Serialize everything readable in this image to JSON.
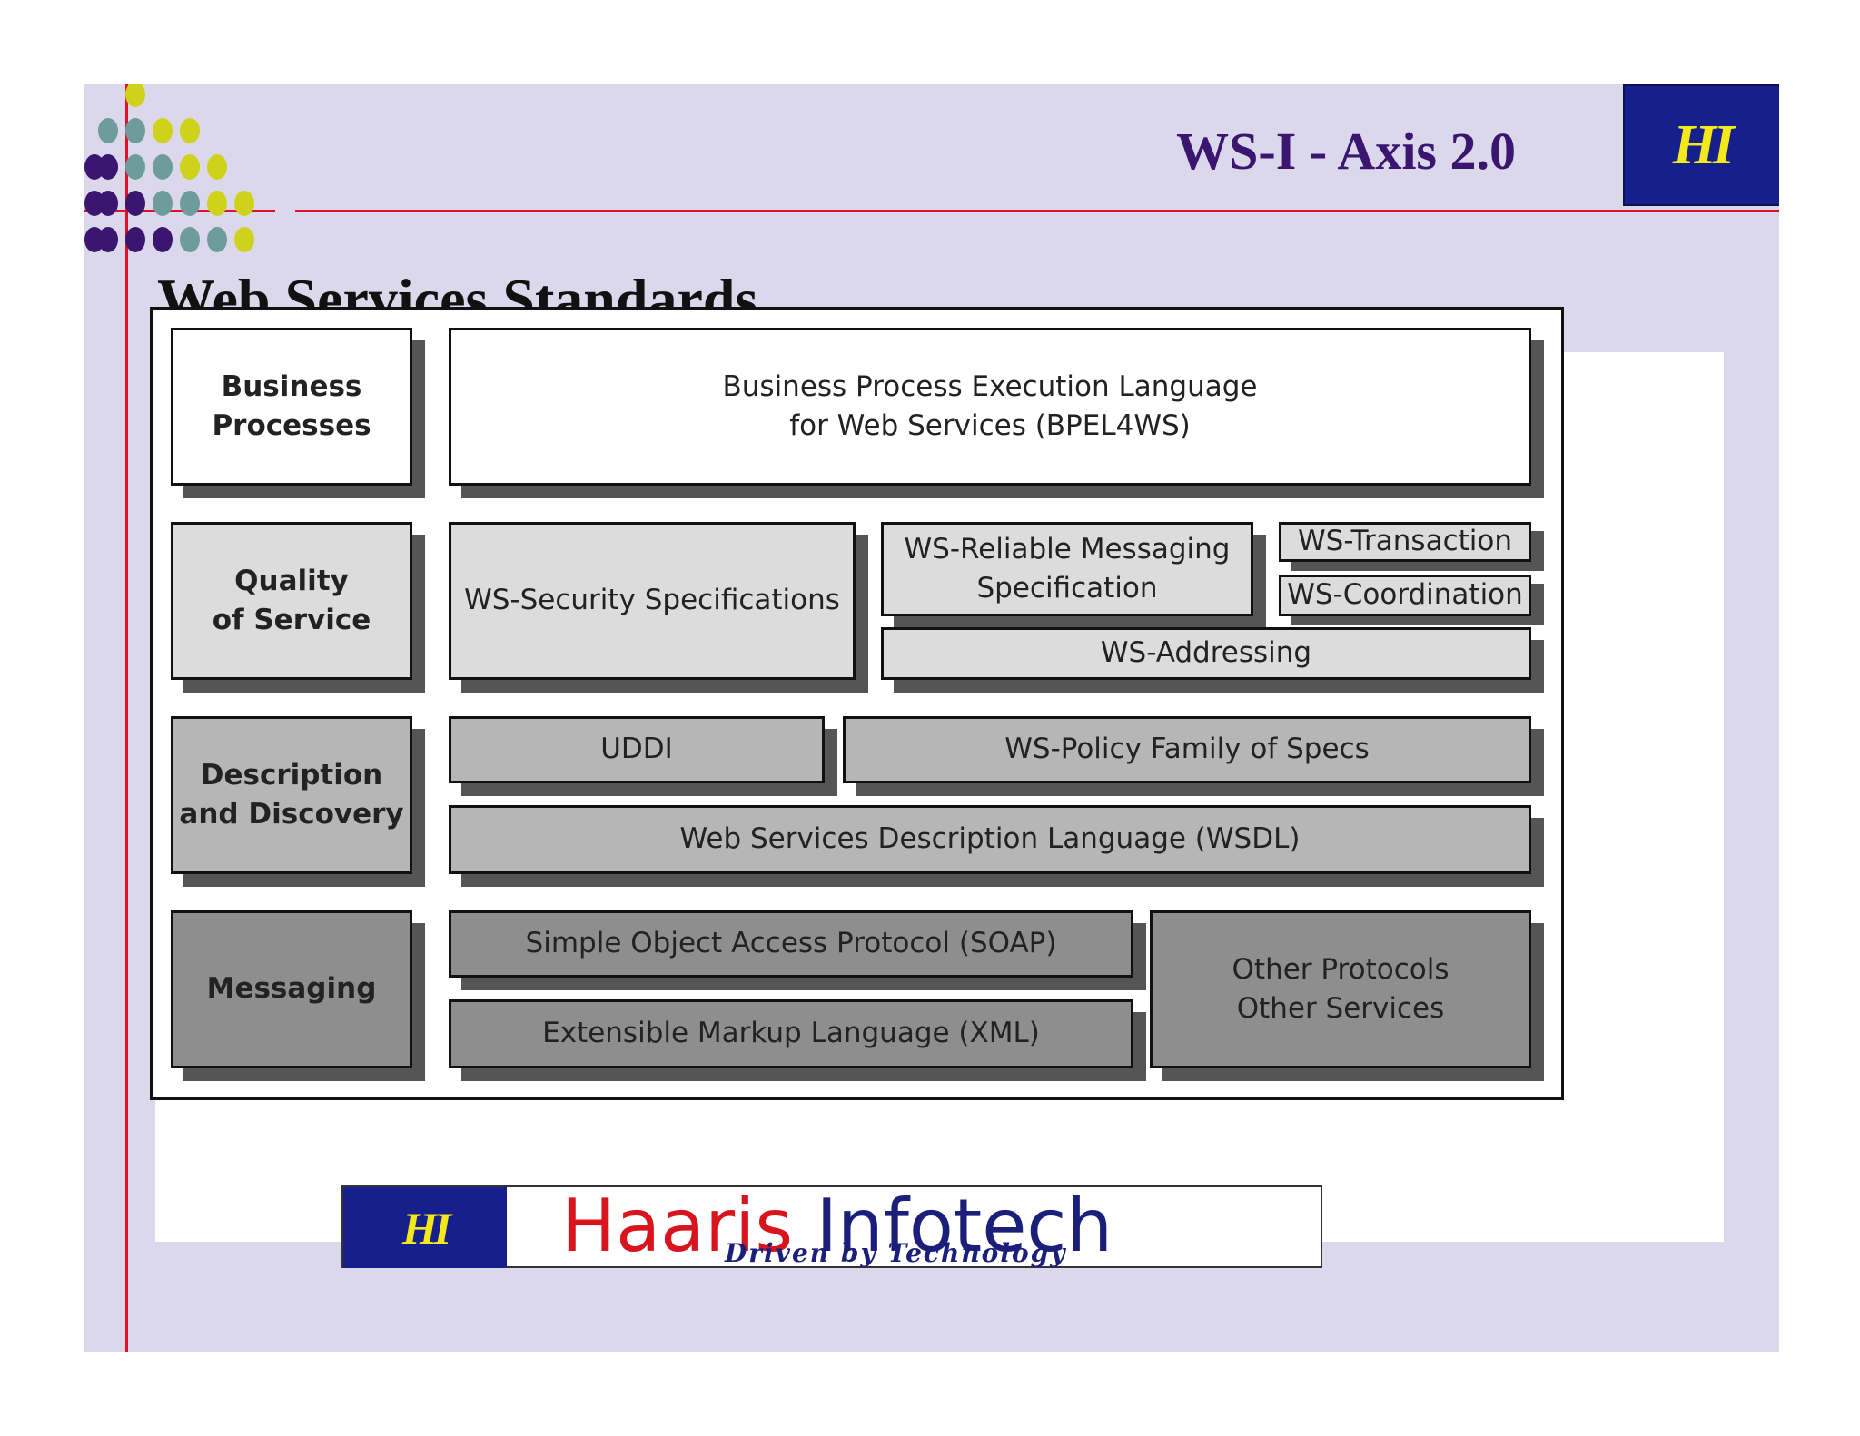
{
  "header": {
    "title": "WS-I - Axis 2.0",
    "logo_text": "HI"
  },
  "page": {
    "title": "Web Services Standards"
  },
  "diagram": {
    "layers": [
      {
        "name": "Business Processes",
        "items": [
          "Business Process Execution Language for Web Services (BPEL4WS)"
        ]
      },
      {
        "name": "Quality of Service",
        "items": [
          "WS-Security Specifications",
          "WS-Reliable Messaging Specification",
          "WS-Transaction",
          "WS-Coordination",
          "WS-Addressing"
        ]
      },
      {
        "name": "Description and Discovery",
        "items": [
          "UDDI",
          "WS-Policy Family of Specs",
          "Web Services Description Language (WSDL)"
        ]
      },
      {
        "name": "Messaging",
        "items": [
          "Simple Object Access Protocol (SOAP)",
          "Extensible Markup Language (XML)",
          "Other Protocols Other Services"
        ]
      }
    ],
    "labels": {
      "business_line1": "Business",
      "business_line2": "Processes",
      "bpel_line1": "Business Process Execution Language",
      "bpel_line2": "for Web Services (BPEL4WS)",
      "qos_line1": "Quality",
      "qos_line2": "of Service",
      "ws_security": "WS-Security Specifications",
      "ws_rm_line1": "WS-Reliable Messaging",
      "ws_rm_line2": "Specification",
      "ws_transaction": "WS-Transaction",
      "ws_coordination": "WS-Coordination",
      "ws_addressing": "WS-Addressing",
      "desc_line1": "Description",
      "desc_line2": "and Discovery",
      "uddi": "UDDI",
      "ws_policy": "WS-Policy Family of Specs",
      "wsdl": "Web Services Description Language (WSDL)",
      "messaging": "Messaging",
      "soap": "Simple Object Access Protocol (SOAP)",
      "xml": "Extensible Markup Language (XML)",
      "other_line1": "Other Protocols",
      "other_line2": "Other Services"
    }
  },
  "footer": {
    "company_part1": "Haaris",
    "company_part2": "Infotech",
    "tagline": "Driven by Technology",
    "logo_text": "HI"
  },
  "colors": {
    "accent_red": "#e0102a",
    "title_purple": "#3b1670",
    "slide_bg": "#dcd8ec",
    "logo_navy": "#171f8c",
    "logo_yellow": "#f2e81a"
  }
}
